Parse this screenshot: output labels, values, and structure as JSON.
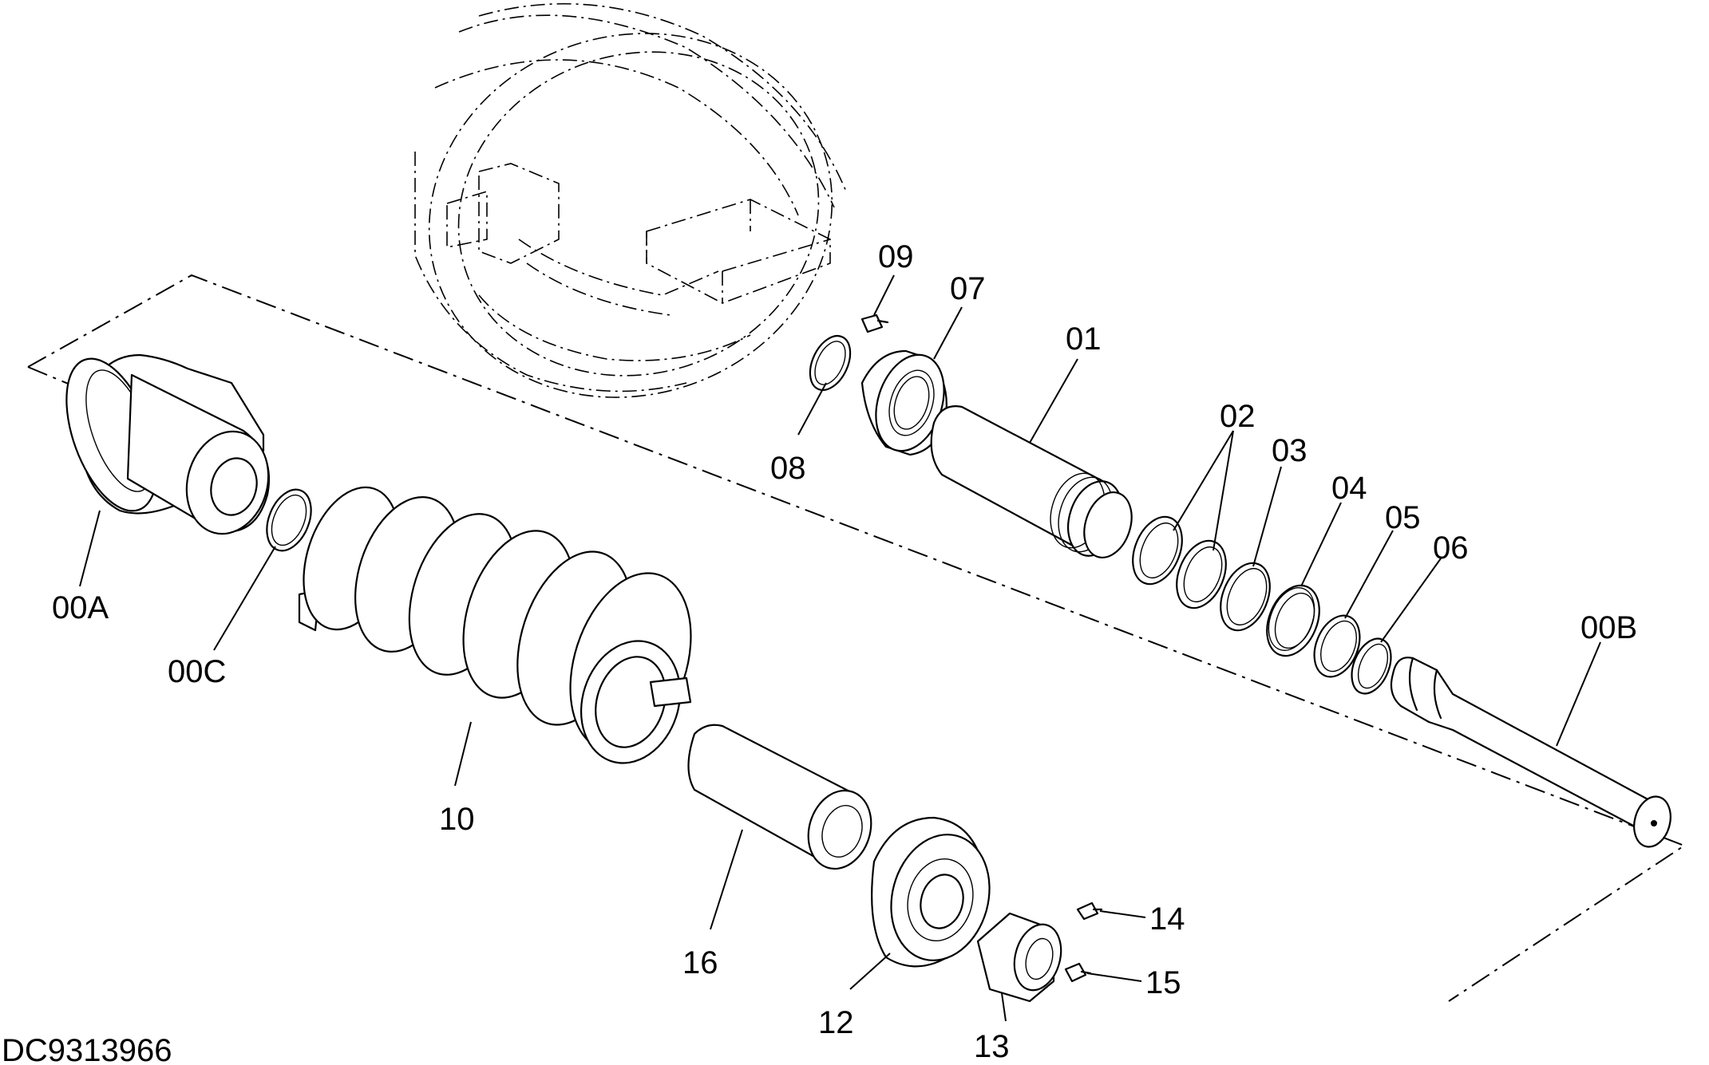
{
  "drawing_id": "DC9313966",
  "parts": [
    {
      "id": "p01",
      "label": "01"
    },
    {
      "id": "p02",
      "label": "02"
    },
    {
      "id": "p03",
      "label": "03"
    },
    {
      "id": "p04",
      "label": "04"
    },
    {
      "id": "p05",
      "label": "05"
    },
    {
      "id": "p06",
      "label": "06"
    },
    {
      "id": "p07",
      "label": "07"
    },
    {
      "id": "p08",
      "label": "08"
    },
    {
      "id": "p09",
      "label": "09"
    },
    {
      "id": "p10",
      "label": "10"
    },
    {
      "id": "p12",
      "label": "12"
    },
    {
      "id": "p13",
      "label": "13"
    },
    {
      "id": "p14",
      "label": "14"
    },
    {
      "id": "p15",
      "label": "15"
    },
    {
      "id": "p16",
      "label": "16"
    },
    {
      "id": "p00A",
      "label": "00A"
    },
    {
      "id": "p00B",
      "label": "00B"
    },
    {
      "id": "p00C",
      "label": "00C"
    }
  ]
}
